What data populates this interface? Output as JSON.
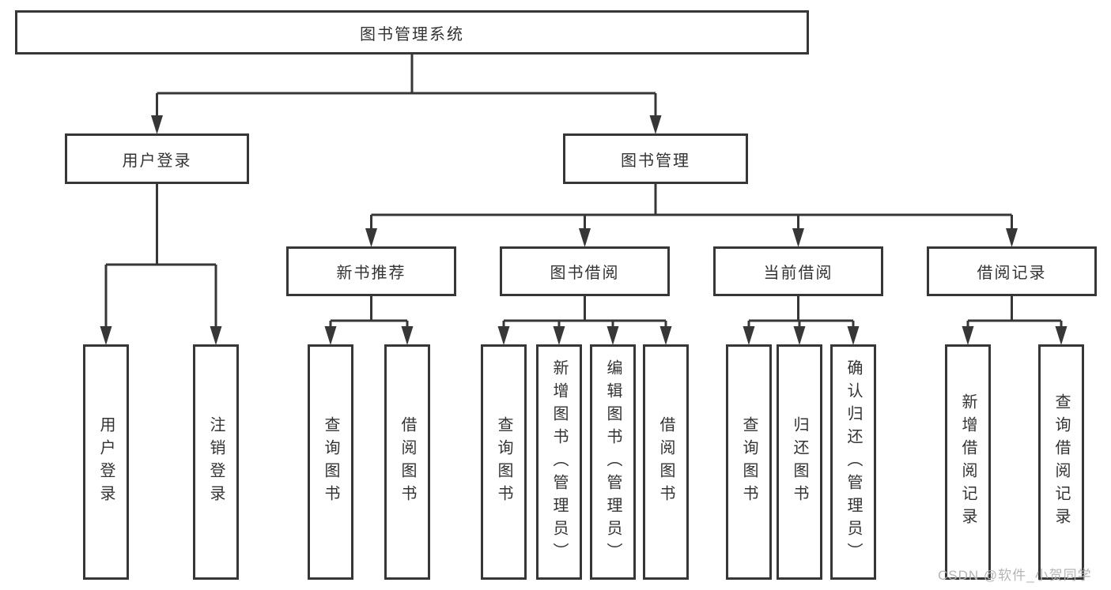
{
  "diagram": {
    "root": {
      "label": "图书管理系统"
    },
    "branches": [
      {
        "id": "user-login",
        "label": "用户登录",
        "children": [
          "用户登录",
          "注销登录"
        ]
      },
      {
        "id": "book-management",
        "label": "图书管理",
        "sections": [
          {
            "id": "new-book-recommend",
            "label": "新书推荐",
            "children": [
              "查询图书",
              "借阅图书"
            ]
          },
          {
            "id": "book-borrow",
            "label": "图书借阅",
            "children": [
              "查询图书",
              "新增图书（管理员）",
              "编辑图书（管理员）",
              "借阅图书"
            ]
          },
          {
            "id": "current-borrow",
            "label": "当前借阅",
            "children": [
              "查询图书",
              "归还图书",
              "确认归还（管理员）"
            ]
          },
          {
            "id": "borrow-record",
            "label": "借阅记录",
            "children": [
              "新增借阅记录",
              "查询借阅记录"
            ]
          }
        ]
      }
    ],
    "watermark": "CSDN @软件_小贺同学",
    "colors": {
      "line": "#373737",
      "border": "#373737",
      "text": "#333333",
      "background": "#ffffff",
      "watermark": "#b5b5b5"
    }
  }
}
